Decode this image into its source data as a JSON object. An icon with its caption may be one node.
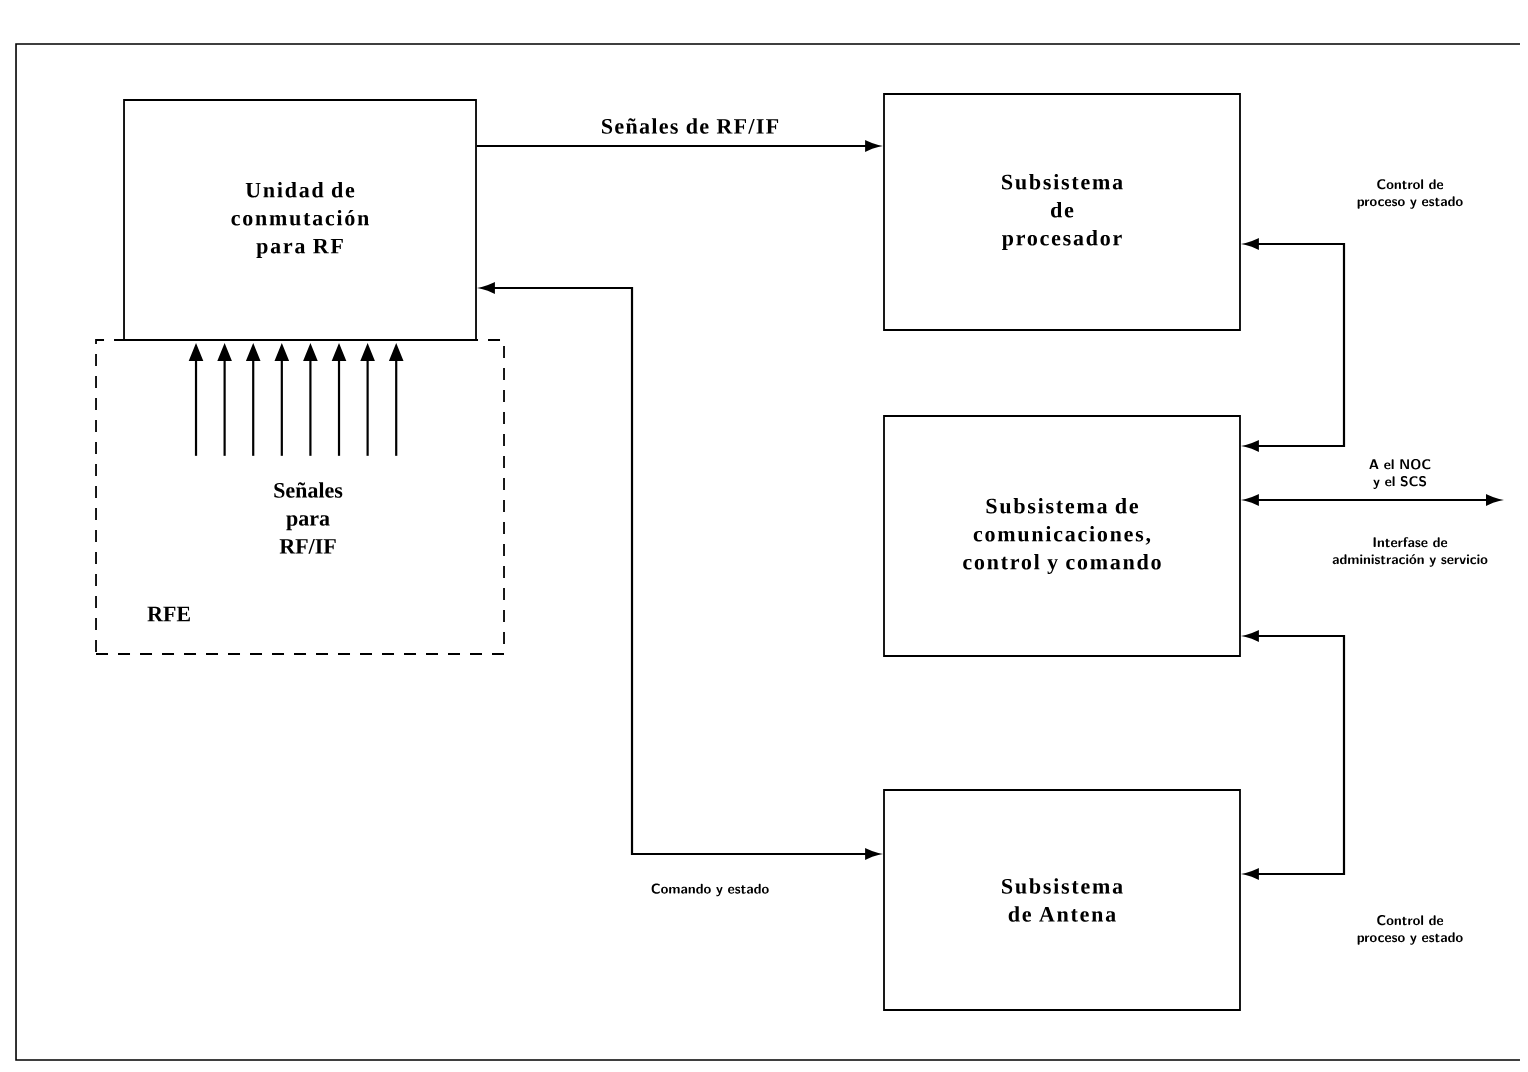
{
  "diagram": {
    "nodes": [
      {
        "text": [
          "Unidad de conmutación para RF"
        ]
      },
      {
        "text": [
          "RFE"
        ]
      },
      {
        "text": [
          "Señales para RF/IF"
        ],
        "in": 1
      },
      {
        "text": [
          "Subsistema de procesador"
        ]
      },
      {
        "text": [
          "Subsistema de comunicaciones, control y comando"
        ]
      },
      {
        "text": [
          "Subsistema de Antena"
        ]
      }
    ],
    "edges": [
      {
        "from": 0,
        "to": 3,
        "arrow": "to",
        "label": "Señales de RF/IF"
      },
      {
        "from": 5,
        "to": 0,
        "arrow": "both",
        "label": "Comando y estado"
      },
      {
        "from": 3,
        "to": 4,
        "arrow": "both",
        "label": "Control de proceso y estado"
      },
      {
        "from": 4,
        "to": 5,
        "arrow": "both",
        "label": "Control de proceso y estado"
      },
      {
        "from": 4,
        "to": null,
        "arrow": "both",
        "label": "A el NOC y el SCS"
      },
      {
        "from": 2,
        "to": 0,
        "arrow": "to"
      },
      {
        "from": 2,
        "to": 0,
        "arrow": "to"
      },
      {
        "from": 2,
        "to": 0,
        "arrow": "to"
      },
      {
        "from": 2,
        "to": 0,
        "arrow": "to"
      },
      {
        "from": 2,
        "to": 0,
        "arrow": "to"
      },
      {
        "from": 2,
        "to": 0,
        "arrow": "to"
      },
      {
        "from": 2,
        "to": 0,
        "arrow": "to"
      },
      {
        "from": 2,
        "to": 0,
        "arrow": "to"
      }
    ],
    "labels": [
      "Interfase de administración y servicio"
    ]
  }
}
